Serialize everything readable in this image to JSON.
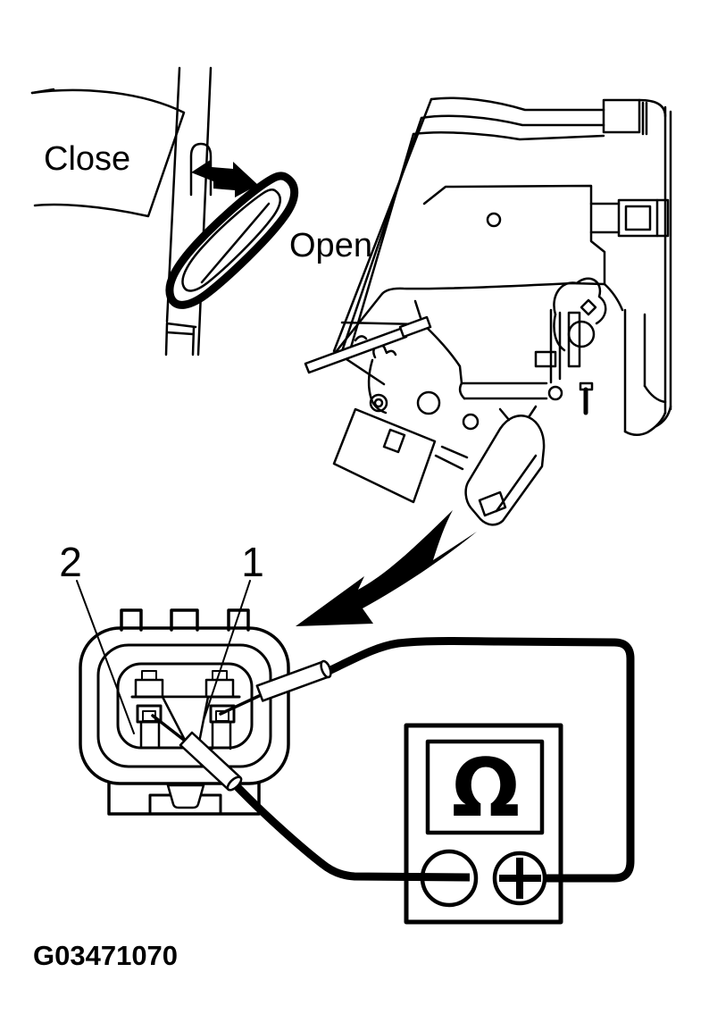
{
  "figure": {
    "type": "service-manual-illustration",
    "background_color": "#ffffff",
    "ink_color": "#000000",
    "caption": "G03471070",
    "door_inset": {
      "close_label": "Close",
      "open_label": "Open",
      "motion_icon": "double-headed-arrow"
    },
    "lock_assembly": {
      "description_icon": "door-lock-actuator-assembly",
      "callout_icon": "curved-callout-arrow"
    },
    "connector": {
      "pin_2_label": "2",
      "pin_1_label": "1",
      "probe_icons": [
        "test-probe",
        "test-probe"
      ]
    },
    "ohmmeter": {
      "display_symbol": "Ω",
      "negative_terminal_symbol": "−",
      "positive_terminal_symbol": "+"
    }
  }
}
